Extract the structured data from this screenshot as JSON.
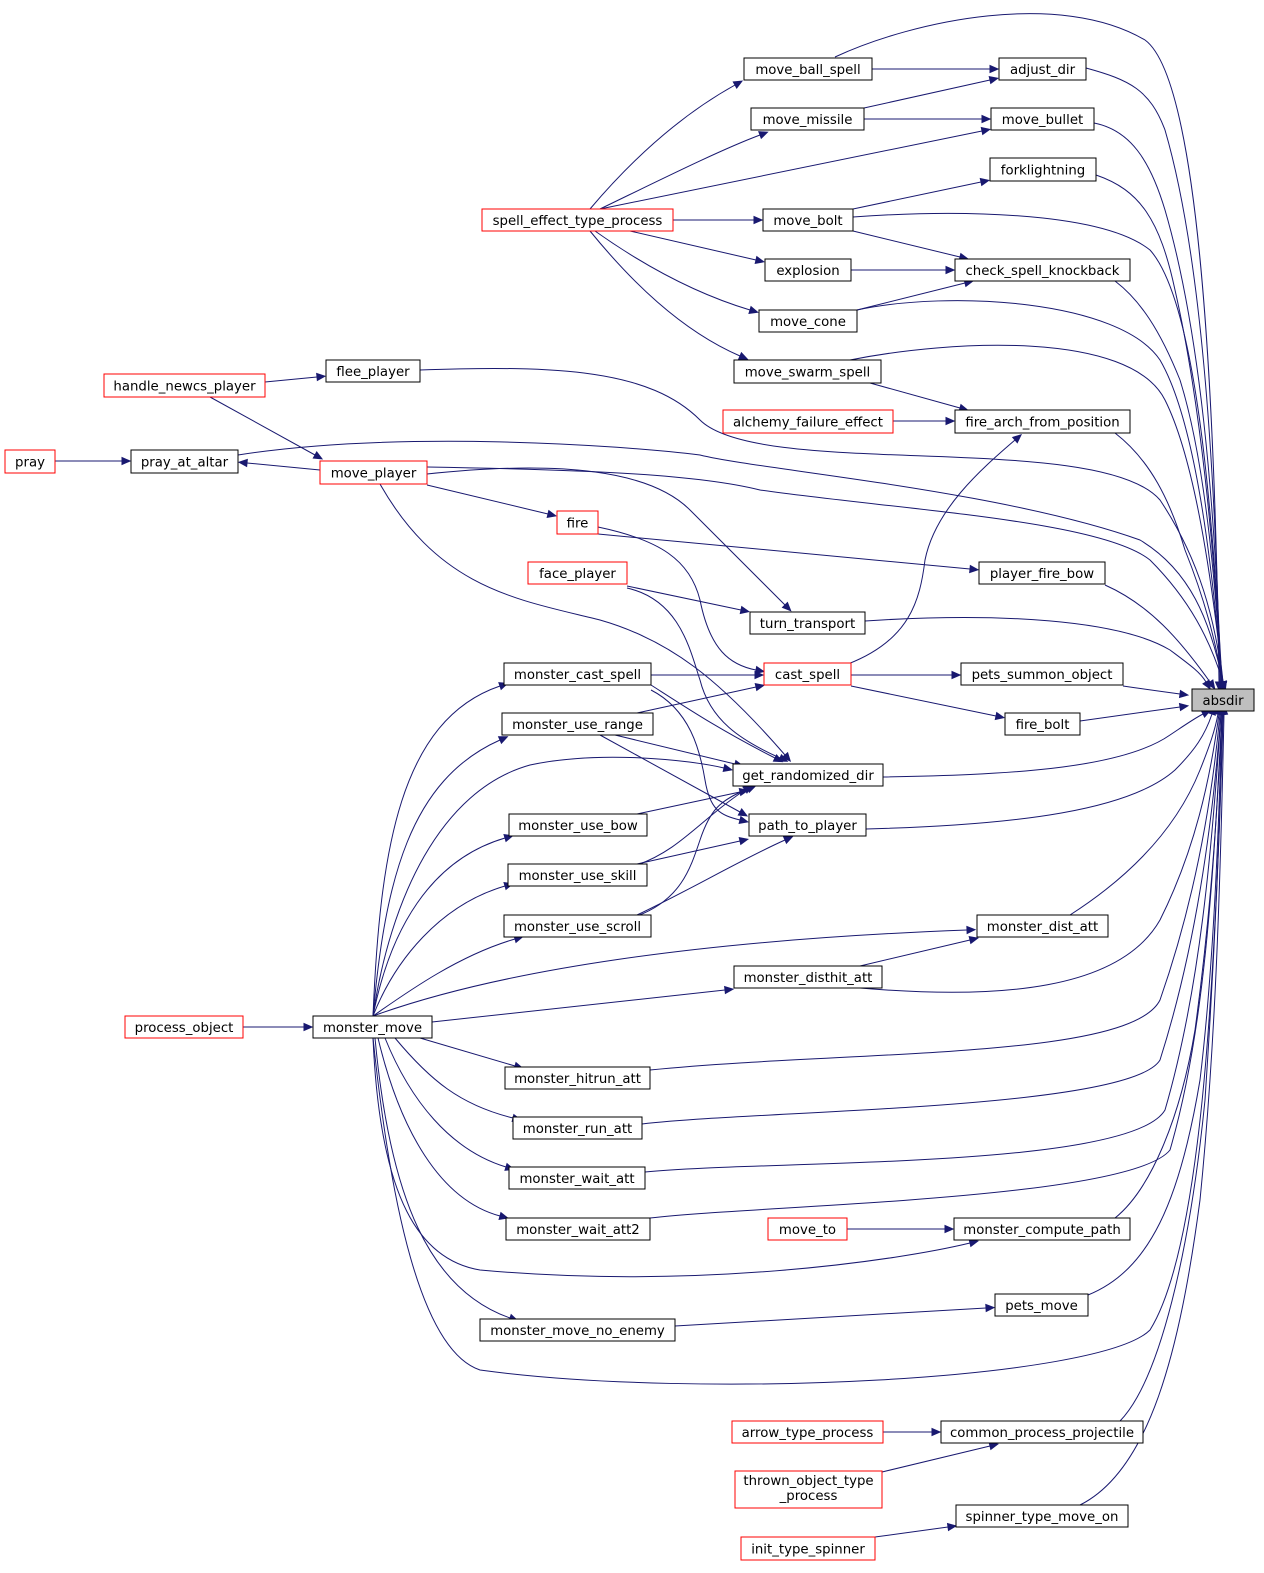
{
  "colors": {
    "edge": "#191970",
    "node_border": "#000000",
    "node_link_border": "#ff0000",
    "root_fill": "#bfbfbf",
    "node_fill": "#ffffff"
  },
  "nodes": {
    "absdir": {
      "label": [
        "absdir"
      ],
      "style": "root"
    },
    "adjust_dir": {
      "label": [
        "adjust_dir"
      ],
      "style": "normal"
    },
    "move_ball_spell": {
      "label": [
        "move_ball_spell"
      ],
      "style": "normal"
    },
    "move_missile": {
      "label": [
        "move_missile"
      ],
      "style": "normal"
    },
    "move_bullet": {
      "label": [
        "move_bullet"
      ],
      "style": "normal"
    },
    "forklightning": {
      "label": [
        "forklightning"
      ],
      "style": "normal"
    },
    "spell_effect_type_process": {
      "label": [
        "spell_effect_type_process"
      ],
      "style": "red"
    },
    "move_bolt": {
      "label": [
        "move_bolt"
      ],
      "style": "normal"
    },
    "explosion": {
      "label": [
        "explosion"
      ],
      "style": "normal"
    },
    "check_spell_knockback": {
      "label": [
        "check_spell_knockback"
      ],
      "style": "normal"
    },
    "move_cone": {
      "label": [
        "move_cone"
      ],
      "style": "normal"
    },
    "handle_newcs_player": {
      "label": [
        "handle_newcs_player"
      ],
      "style": "red"
    },
    "flee_player": {
      "label": [
        "flee_player"
      ],
      "style": "normal"
    },
    "move_swarm_spell": {
      "label": [
        "move_swarm_spell"
      ],
      "style": "normal"
    },
    "alchemy_failure_effect": {
      "label": [
        "alchemy_failure_effect"
      ],
      "style": "red"
    },
    "fire_arch_from_position": {
      "label": [
        "fire_arch_from_position"
      ],
      "style": "normal"
    },
    "pray": {
      "label": [
        "pray"
      ],
      "style": "red"
    },
    "pray_at_altar": {
      "label": [
        "pray_at_altar"
      ],
      "style": "normal"
    },
    "move_player": {
      "label": [
        "move_player"
      ],
      "style": "red"
    },
    "fire": {
      "label": [
        "fire"
      ],
      "style": "red"
    },
    "face_player": {
      "label": [
        "face_player"
      ],
      "style": "red"
    },
    "player_fire_bow": {
      "label": [
        "player_fire_bow"
      ],
      "style": "normal"
    },
    "turn_transport": {
      "label": [
        "turn_transport"
      ],
      "style": "normal"
    },
    "monster_cast_spell": {
      "label": [
        "monster_cast_spell"
      ],
      "style": "normal"
    },
    "cast_spell": {
      "label": [
        "cast_spell"
      ],
      "style": "red"
    },
    "pets_summon_object": {
      "label": [
        "pets_summon_object"
      ],
      "style": "normal"
    },
    "monster_use_range": {
      "label": [
        "monster_use_range"
      ],
      "style": "normal"
    },
    "fire_bolt": {
      "label": [
        "fire_bolt"
      ],
      "style": "normal"
    },
    "get_randomized_dir": {
      "label": [
        "get_randomized_dir"
      ],
      "style": "normal"
    },
    "monster_use_bow": {
      "label": [
        "monster_use_bow"
      ],
      "style": "normal"
    },
    "path_to_player": {
      "label": [
        "path_to_player"
      ],
      "style": "normal"
    },
    "monster_use_skill": {
      "label": [
        "monster_use_skill"
      ],
      "style": "normal"
    },
    "monster_use_scroll": {
      "label": [
        "monster_use_scroll"
      ],
      "style": "normal"
    },
    "monster_dist_att": {
      "label": [
        "monster_dist_att"
      ],
      "style": "normal"
    },
    "monster_disthit_att": {
      "label": [
        "monster_disthit_att"
      ],
      "style": "normal"
    },
    "process_object": {
      "label": [
        "process_object"
      ],
      "style": "red"
    },
    "monster_move": {
      "label": [
        "monster_move"
      ],
      "style": "normal"
    },
    "monster_hitrun_att": {
      "label": [
        "monster_hitrun_att"
      ],
      "style": "normal"
    },
    "monster_run_att": {
      "label": [
        "monster_run_att"
      ],
      "style": "normal"
    },
    "monster_wait_att": {
      "label": [
        "monster_wait_att"
      ],
      "style": "normal"
    },
    "move_to": {
      "label": [
        "move_to"
      ],
      "style": "red"
    },
    "monster_compute_path": {
      "label": [
        "monster_compute_path"
      ],
      "style": "normal"
    },
    "monster_wait_att2": {
      "label": [
        "monster_wait_att2"
      ],
      "style": "normal"
    },
    "pets_move": {
      "label": [
        "pets_move"
      ],
      "style": "normal"
    },
    "monster_move_no_enemy": {
      "label": [
        "monster_move_no_enemy"
      ],
      "style": "normal"
    },
    "arrow_type_process": {
      "label": [
        "arrow_type_process"
      ],
      "style": "red"
    },
    "common_process_projectile": {
      "label": [
        "common_process_projectile"
      ],
      "style": "normal"
    },
    "thrown_object_type_process": {
      "label": [
        "thrown_object_type",
        "_process"
      ],
      "style": "red"
    },
    "spinner_type_move_on": {
      "label": [
        "spinner_type_move_on"
      ],
      "style": "normal"
    },
    "init_type_spinner": {
      "label": [
        "init_type_spinner"
      ],
      "style": "red"
    }
  },
  "edges": [
    [
      "move_ball_spell",
      "absdir"
    ],
    [
      "adjust_dir",
      "absdir"
    ],
    [
      "move_bullet",
      "absdir"
    ],
    [
      "forklightning",
      "absdir"
    ],
    [
      "move_bolt",
      "absdir"
    ],
    [
      "check_spell_knockback",
      "absdir"
    ],
    [
      "move_cone",
      "absdir"
    ],
    [
      "move_swarm_spell",
      "absdir"
    ],
    [
      "flee_player",
      "absdir"
    ],
    [
      "fire_arch_from_position",
      "absdir"
    ],
    [
      "pray_at_altar",
      "absdir"
    ],
    [
      "move_player",
      "absdir"
    ],
    [
      "player_fire_bow",
      "absdir"
    ],
    [
      "turn_transport",
      "absdir"
    ],
    [
      "pets_summon_object",
      "absdir"
    ],
    [
      "fire_bolt",
      "absdir"
    ],
    [
      "get_randomized_dir",
      "absdir"
    ],
    [
      "path_to_player",
      "absdir"
    ],
    [
      "monster_dist_att",
      "absdir"
    ],
    [
      "monster_disthit_att",
      "absdir"
    ],
    [
      "monster_hitrun_att",
      "absdir"
    ],
    [
      "monster_run_att",
      "absdir"
    ],
    [
      "monster_wait_att",
      "absdir"
    ],
    [
      "monster_wait_att2",
      "absdir"
    ],
    [
      "monster_compute_path",
      "absdir"
    ],
    [
      "pets_move",
      "absdir"
    ],
    [
      "monster_move",
      "absdir"
    ],
    [
      "common_process_projectile",
      "absdir"
    ],
    [
      "spinner_type_move_on",
      "absdir"
    ],
    [
      "move_ball_spell",
      "adjust_dir"
    ],
    [
      "move_missile",
      "adjust_dir"
    ],
    [
      "move_missile",
      "move_bullet"
    ],
    [
      "spell_effect_type_process",
      "move_bullet"
    ],
    [
      "move_bolt",
      "forklightning"
    ],
    [
      "move_bolt",
      "check_spell_knockback"
    ],
    [
      "explosion",
      "check_spell_knockback"
    ],
    [
      "move_cone",
      "check_spell_knockback"
    ],
    [
      "move_swarm_spell",
      "fire_arch_from_position"
    ],
    [
      "alchemy_failure_effect",
      "fire_arch_from_position"
    ],
    [
      "cast_spell",
      "fire_arch_from_position"
    ],
    [
      "spell_effect_type_process",
      "move_ball_spell"
    ],
    [
      "spell_effect_type_process",
      "move_missile"
    ],
    [
      "spell_effect_type_process",
      "move_bolt"
    ],
    [
      "spell_effect_type_process",
      "explosion"
    ],
    [
      "spell_effect_type_process",
      "move_cone"
    ],
    [
      "spell_effect_type_process",
      "move_swarm_spell"
    ],
    [
      "handle_newcs_player",
      "flee_player"
    ],
    [
      "pray",
      "pray_at_altar"
    ],
    [
      "move_player",
      "pray_at_altar"
    ],
    [
      "handle_newcs_player",
      "move_player"
    ],
    [
      "move_player",
      "fire"
    ],
    [
      "fire",
      "player_fire_bow"
    ],
    [
      "fire",
      "cast_spell"
    ],
    [
      "face_player",
      "turn_transport"
    ],
    [
      "move_player",
      "turn_transport"
    ],
    [
      "monster_cast_spell",
      "cast_spell"
    ],
    [
      "monster_use_range",
      "cast_spell"
    ],
    [
      "cast_spell",
      "pets_summon_object"
    ],
    [
      "cast_spell",
      "fire_bolt"
    ],
    [
      "move_player",
      "get_randomized_dir"
    ],
    [
      "face_player",
      "get_randomized_dir"
    ],
    [
      "monster_cast_spell",
      "get_randomized_dir"
    ],
    [
      "monster_use_range",
      "get_randomized_dir"
    ],
    [
      "monster_use_bow",
      "get_randomized_dir"
    ],
    [
      "monster_use_skill",
      "get_randomized_dir"
    ],
    [
      "monster_use_scroll",
      "get_randomized_dir"
    ],
    [
      "monster_move",
      "get_randomized_dir"
    ],
    [
      "monster_cast_spell",
      "path_to_player"
    ],
    [
      "monster_use_range",
      "path_to_player"
    ],
    [
      "monster_use_skill",
      "path_to_player"
    ],
    [
      "monster_use_scroll",
      "path_to_player"
    ],
    [
      "monster_move",
      "monster_dist_att"
    ],
    [
      "monster_disthit_att",
      "monster_dist_att"
    ],
    [
      "monster_move",
      "monster_disthit_att"
    ],
    [
      "process_object",
      "monster_move"
    ],
    [
      "monster_move",
      "monster_cast_spell"
    ],
    [
      "monster_move",
      "monster_use_range"
    ],
    [
      "monster_move",
      "monster_use_bow"
    ],
    [
      "monster_move",
      "monster_use_skill"
    ],
    [
      "monster_move",
      "monster_use_scroll"
    ],
    [
      "monster_move",
      "monster_hitrun_att"
    ],
    [
      "monster_move",
      "monster_run_att"
    ],
    [
      "monster_move",
      "monster_wait_att"
    ],
    [
      "monster_move",
      "monster_wait_att2"
    ],
    [
      "monster_move",
      "monster_move_no_enemy"
    ],
    [
      "monster_move",
      "monster_compute_path"
    ],
    [
      "move_to",
      "monster_compute_path"
    ],
    [
      "monster_move_no_enemy",
      "pets_move"
    ],
    [
      "arrow_type_process",
      "common_process_projectile"
    ],
    [
      "thrown_object_type_process",
      "common_process_projectile"
    ],
    [
      "init_type_spinner",
      "spinner_type_move_on"
    ]
  ]
}
